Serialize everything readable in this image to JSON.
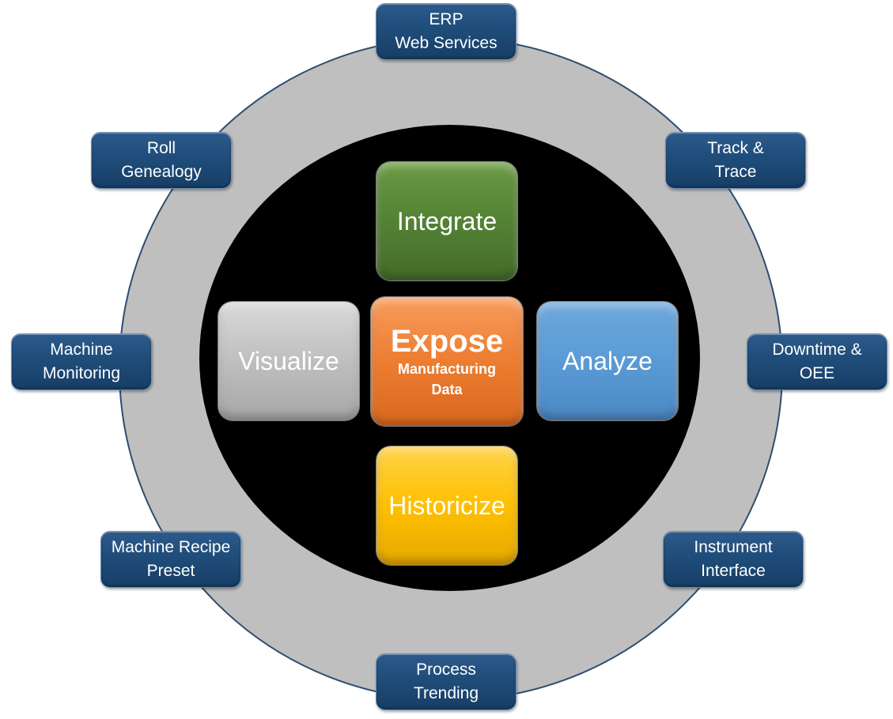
{
  "center": {
    "title": "Expose",
    "subtitle_line1": "Manufacturing",
    "subtitle_line2": "Data"
  },
  "tiles": {
    "integrate": "Integrate",
    "visualize": "Visualize",
    "analyze": "Analyze",
    "historicize": "Historicize"
  },
  "pills": {
    "erp": [
      "ERP",
      "Web Services"
    ],
    "track": [
      "Track &",
      "Trace"
    ],
    "downtime": [
      "Downtime &",
      "OEE"
    ],
    "instrument": [
      "Instrument",
      "Interface"
    ],
    "process": [
      "Process",
      "Trending"
    ],
    "recipe": [
      "Machine Recipe",
      "Preset"
    ],
    "monitoring": [
      "Machine",
      "Monitoring"
    ],
    "genealogy": [
      "Roll",
      "Genealogy"
    ]
  },
  "colors": {
    "outer_ring": "#bfbfbf",
    "inner_disc": "#000000",
    "pill": "#1f4d7a",
    "integrate": "#548235",
    "visualize": "#bfbfbf",
    "analyze": "#5b9bd5",
    "historicize": "#ffc000",
    "expose": "#ed7d31"
  }
}
